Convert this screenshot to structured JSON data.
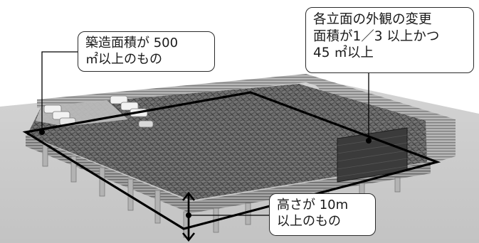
{
  "callouts": {
    "building_area": {
      "line1": "築造面積が 500",
      "line2": "㎡以上のもの"
    },
    "facade_change": {
      "line1": "各立面の外観の変更",
      "line2": "面積が1／3 以上かつ",
      "line3": "45 ㎡以上"
    },
    "height": {
      "line1": "高さが 10m",
      "line2": "以上のもの"
    }
  },
  "colors": {
    "outline": "#000000",
    "ground": "#c9c9c9",
    "deck_mesh": "#5f5f5f",
    "wall": "#9a9a9a",
    "facade_panel": "#3a3a3a",
    "callout_border": "#2a2a2a"
  }
}
